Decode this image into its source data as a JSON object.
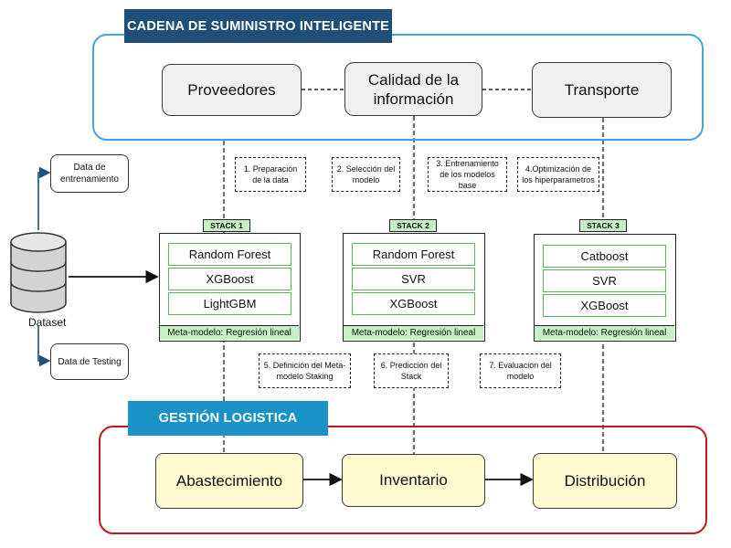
{
  "supply_chain": {
    "title": "CADENA DE SUMINISTRO INTELIGENTE",
    "nodes": [
      "Proveedores",
      "Calidad de la información",
      "Transporte"
    ]
  },
  "logistics": {
    "title": "GESTIÓN LOGISTICA",
    "nodes": [
      "Abastecimiento",
      "Inventario",
      "Distribución"
    ]
  },
  "dataset": {
    "label": "Dataset",
    "train": "Data de entrenamiento",
    "test": "Data de Testing"
  },
  "steps": [
    "1. Preparación de la data",
    "2. Selección del modelo",
    "3. Entrenamiento de los modelos base",
    "4.Optimización de los hiperparametros",
    "5. Definición del Meta-modelo Staking",
    "6. Predicción del Stack",
    "7. Evaluación del modelo"
  ],
  "stacks": [
    {
      "label": "STACK 1",
      "models": [
        "Random Forest",
        "XGBoost",
        "LightGBM"
      ],
      "meta": "Meta-modelo: Regresión lineal"
    },
    {
      "label": "STACK 2",
      "models": [
        "Random Forest",
        "SVR",
        "XGBoost"
      ],
      "meta": "Meta-modelo: Regresión lineal"
    },
    {
      "label": "STACK 3",
      "models": [
        "Catboost",
        "SVR",
        "XGBoost"
      ],
      "meta": "Meta-modelo: Regresión lineal"
    }
  ],
  "colors": {
    "supply_frame": "#3ea7df",
    "supply_banner": "#1f4e79",
    "logistics_frame": "#c0171e",
    "logistics_banner": "#1892c7",
    "stack_green": "#c7f0c5",
    "model_border": "#5fb35a",
    "logistics_node": "#fdfbd0",
    "supply_node": "#f0f0f0",
    "dataset_arrow": "#1f4e79"
  },
  "icons": {
    "dataset": "database-cylinder-icon"
  }
}
